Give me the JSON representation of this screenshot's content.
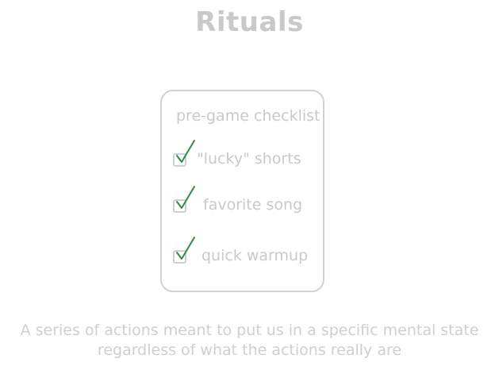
{
  "title": "Rituals",
  "checklist": {
    "heading": "pre-game checklist",
    "items": [
      {
        "label": "\"lucky\" shorts",
        "checked": true
      },
      {
        "label": "favorite song",
        "checked": true
      },
      {
        "label": "quick warmup",
        "checked": true
      }
    ]
  },
  "caption": {
    "line1": "A series of actions meant to put us in a specific mental state",
    "line2": "regardless of what the actions really are"
  },
  "colors": {
    "text": "#c9c9c9",
    "check": "#2e8b47"
  },
  "icons": [
    "checkbox-icon",
    "checkmark-icon"
  ]
}
